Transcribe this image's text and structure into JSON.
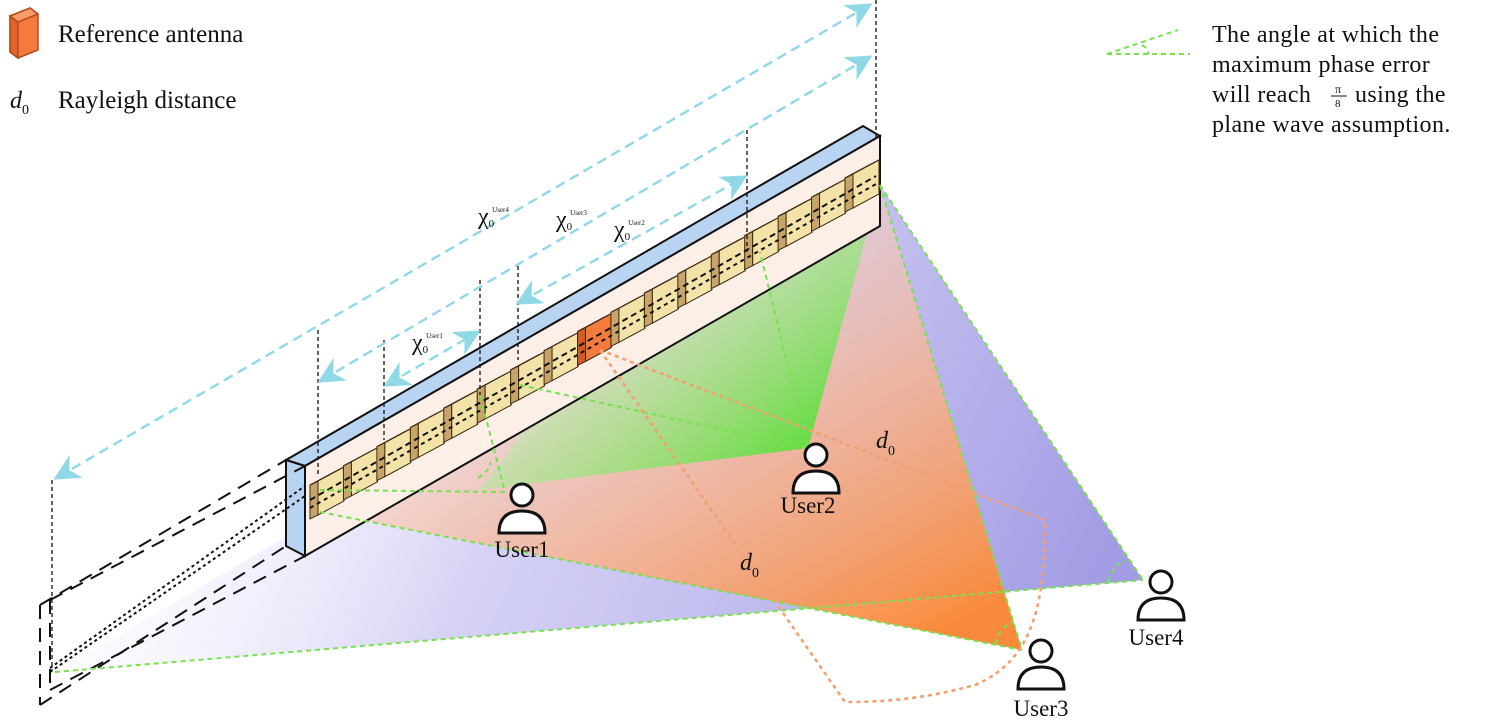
{
  "legend": {
    "reference_antenna_label": "Reference antenna",
    "rayleigh_symbol": "d",
    "rayleigh_symbol_subscript": "0",
    "rayleigh_label": "Rayleigh distance"
  },
  "angle_note": {
    "line1": "The angle at which the",
    "line2": "maximum phase error",
    "line3_prefix": "will reach",
    "fraction_numerator": "π",
    "fraction_denominator": "8",
    "line3_suffix": "using the",
    "line4": "plane wave assumption."
  },
  "users": {
    "user1": "User1",
    "user2": "User2",
    "user3": "User3",
    "user4": "User4"
  },
  "distance_labels": {
    "chi_symbol": "χ",
    "chi_subscript": "0",
    "user1_superscript": "User1",
    "user2_superscript": "User2",
    "user3_superscript": "User3",
    "user4_superscript": "User4",
    "d0_symbol": "d",
    "d0_subscript": "0"
  },
  "colors": {
    "reference_antenna": "#f47a3e",
    "antenna_element": "#f3e3a8",
    "array_top": "#b9d4f2",
    "cyan_arrow": "#8fd9e6",
    "green_dashed": "#76e24e",
    "orange_dotted": "#f3a070",
    "purple_region": "#9d97e3",
    "orange_region": "#f98a3c",
    "green_region": "#45e028"
  }
}
